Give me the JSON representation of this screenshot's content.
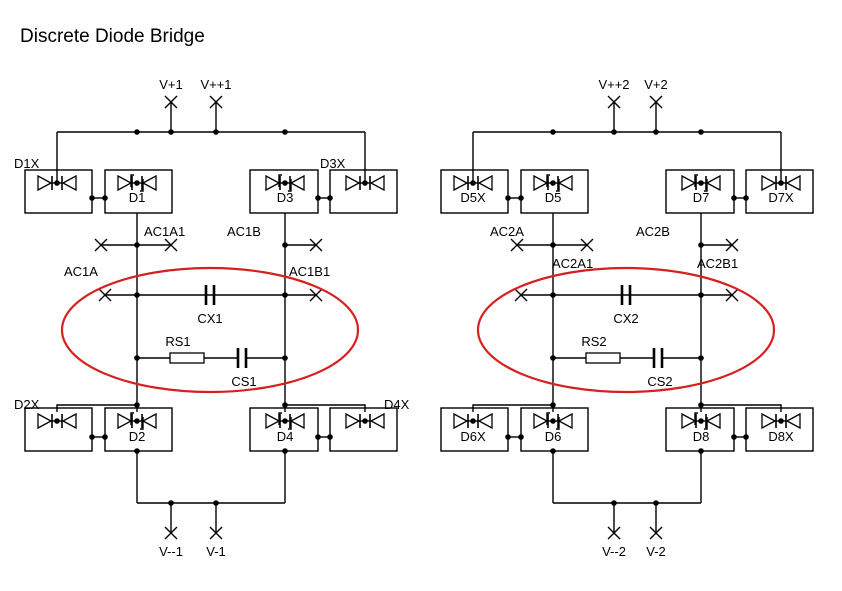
{
  "title": "Discrete Diode Bridge",
  "left": {
    "ports_top": [
      "V+1",
      "V++1"
    ],
    "ports_bottom": [
      "V--1",
      "V-1"
    ],
    "diodes": {
      "d1": "D1",
      "d1x": "D1X",
      "d3": "D3",
      "d3x": "D3X",
      "d2": "D2",
      "d2x": "D2X",
      "d4": "D4",
      "d4x": "D4X"
    },
    "nets": {
      "ac_a1": "AC1A1",
      "ac_b": "AC1B",
      "ac_a": "AC1A",
      "ac_b1": "AC1B1"
    },
    "cap": "CX1",
    "res": "RS1",
    "snub_cap": "CS1"
  },
  "right": {
    "ports_top": [
      "V++2",
      "V+2"
    ],
    "ports_bottom": [
      "V--2",
      "V-2"
    ],
    "diodes": {
      "d5": "D5",
      "d5x": "D5X",
      "d7": "D7",
      "d7x": "D7X",
      "d6": "D6",
      "d6x": "D6X",
      "d8": "D8",
      "d8x": "D8X"
    },
    "nets": {
      "ac_a": "AC2A",
      "ac_b": "AC2B",
      "ac_a1": "AC2A1",
      "ac_b1": "AC2B1"
    },
    "cap": "CX2",
    "res": "RS2",
    "snub_cap": "CS2"
  },
  "colors": {
    "highlight": "#d62020",
    "wire": "#000000"
  }
}
